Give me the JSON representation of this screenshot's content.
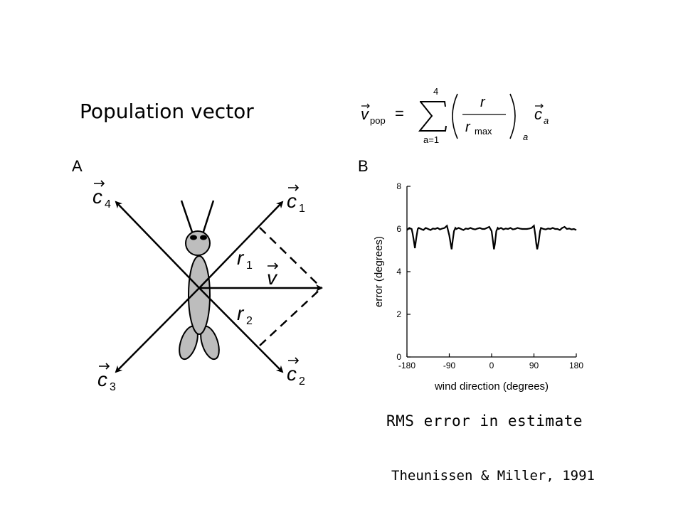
{
  "title": "Population vector",
  "formula": {
    "lhs": "v",
    "lhs_sub": "pop",
    "equals": "=",
    "sum_upper": "4",
    "sum_lower": "a=1",
    "numerator": "r",
    "denominator": "r",
    "denominator_sub": "max",
    "paren_sub": "a",
    "vec": "c",
    "vec_sub": "a"
  },
  "panel_a": {
    "label": "A",
    "vectors": [
      {
        "letter": "c",
        "sub": "1"
      },
      {
        "letter": "c",
        "sub": "2"
      },
      {
        "letter": "c",
        "sub": "3"
      },
      {
        "letter": "c",
        "sub": "4"
      }
    ],
    "v_label": "v",
    "r1_letter": "r",
    "r1_sub": "1",
    "r2_letter": "r",
    "r2_sub": "2"
  },
  "panel_b": {
    "label": "B"
  },
  "chart_data": {
    "type": "line",
    "xlabel": "wind direction (degrees)",
    "ylabel": "error (degrees)",
    "xlim": [
      -180,
      180
    ],
    "ylim": [
      0,
      8
    ],
    "xticks": [
      -180,
      -90,
      0,
      90,
      180
    ],
    "yticks": [
      0,
      2,
      4,
      6,
      8
    ],
    "grid": false,
    "series": [
      {
        "x": [
          -180,
          -175,
          -170,
          -168,
          -165,
          -163,
          -160,
          -157,
          -155,
          -150,
          -145,
          -140,
          -135,
          -130,
          -125,
          -120,
          -115,
          -110,
          -105,
          -100,
          -95,
          -90,
          -87,
          -85,
          -83,
          -80,
          -77,
          -75,
          -70,
          -65,
          -60,
          -55,
          -50,
          -45,
          -40,
          -35,
          -30,
          -25,
          -20,
          -15,
          -10,
          -5,
          0,
          3,
          5,
          7,
          10,
          13,
          15,
          20,
          25,
          30,
          35,
          40,
          45,
          50,
          55,
          60,
          65,
          70,
          75,
          80,
          85,
          90,
          93,
          95,
          97,
          100,
          103,
          105,
          110,
          115,
          120,
          125,
          130,
          135,
          140,
          145,
          150,
          155,
          160,
          165,
          170,
          175,
          180
        ],
        "y": [
          5.95,
          6.05,
          6.0,
          5.8,
          5.4,
          5.1,
          5.6,
          6.0,
          6.05,
          6.0,
          5.95,
          6.05,
          6.0,
          5.95,
          6.02,
          6.0,
          6.05,
          5.98,
          6.02,
          6.05,
          6.15,
          5.7,
          5.3,
          5.05,
          5.4,
          5.9,
          6.05,
          6.0,
          6.05,
          6.0,
          5.95,
          6.02,
          6.0,
          6.05,
          6.0,
          5.98,
          6.02,
          6.05,
          6.0,
          6.0,
          6.05,
          6.1,
          5.9,
          5.4,
          5.05,
          5.3,
          5.9,
          6.05,
          6.0,
          6.05,
          5.98,
          6.02,
          6.0,
          6.05,
          5.98,
          6.0,
          6.05,
          6.02,
          6.0,
          6.0,
          6.0,
          6.02,
          6.05,
          6.15,
          5.7,
          5.3,
          5.05,
          5.4,
          5.9,
          6.05,
          6.0,
          5.98,
          6.02,
          6.0,
          6.05,
          6.0,
          6.0,
          5.95,
          6.05,
          6.1,
          6.0,
          6.02,
          5.98,
          6.0,
          5.95
        ]
      }
    ]
  },
  "caption": "RMS error in estimate",
  "citation": "Theunissen & Miller, 1991"
}
